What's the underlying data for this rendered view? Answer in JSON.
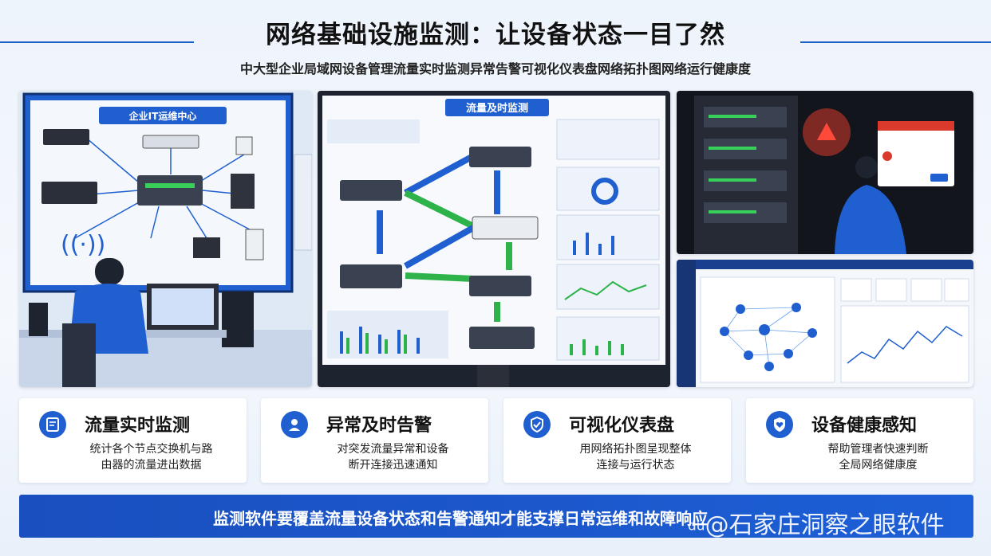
{
  "header": {
    "title": "网络基础设施监测：让设备状态一目了然",
    "subtitle": "中大型企业局域网设备管理流量实时监测异常告警可视化仪表盘网络拓扑图网络运行健康度"
  },
  "panels": {
    "ops_center": {
      "wall_label": "企业IT运维中心"
    },
    "traffic": {
      "screen_title": "流量及时监测"
    }
  },
  "cards": [
    {
      "title": "流量实时监测",
      "desc_line1": "统计各个节点交换机与路",
      "desc_line2": "由器的流量进出数据",
      "icon": "document-icon"
    },
    {
      "title": "异常及时告警",
      "desc_line1": "对突发流量异常和设备",
      "desc_line2": "断开连接迅速通知",
      "icon": "user-icon"
    },
    {
      "title": "可视化仪表盘",
      "desc_line1": "用网络拓扑图呈现整体",
      "desc_line2": "连接与运行状态",
      "icon": "shield-check-icon"
    },
    {
      "title": "设备健康感知",
      "desc_line1": "帮助管理者快速判断",
      "desc_line2": "全局网络健康度",
      "icon": "heart-shield-icon"
    }
  ],
  "banner": {
    "text": "监测软件要覆盖流量设备状态和告警通知才能支撑日常运维和故障响应"
  },
  "watermark": {
    "logo": "du",
    "text": "@石家庄洞察之眼软件"
  },
  "colors": {
    "primary": "#1f5fd0",
    "banner": "#1a4fbf",
    "alert": "#d93a2b",
    "accent_green": "#2db34a"
  }
}
